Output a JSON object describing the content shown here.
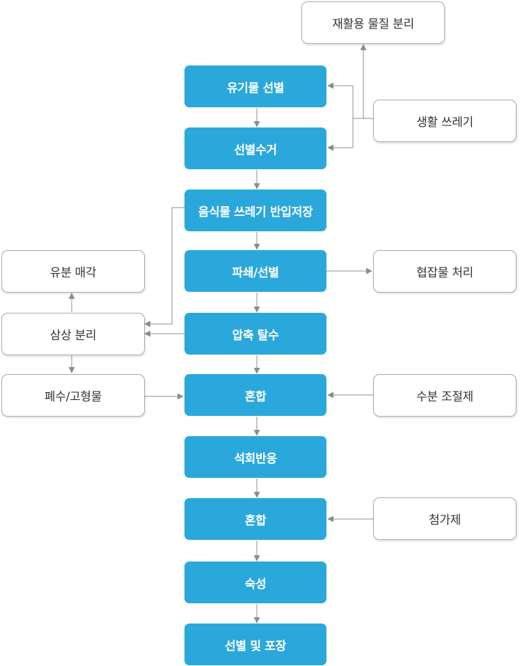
{
  "colors": {
    "main_fill": "#2ba8db",
    "main_text": "#ffffff",
    "side_border": "#a9a9a9",
    "side_text": "#333333",
    "connector": "#8c8c8c"
  },
  "process": {
    "steps": [
      {
        "id": "organic-sorting",
        "label": "유기물 선별"
      },
      {
        "id": "sorted-collection",
        "label": "선별수거"
      },
      {
        "id": "food-waste-storage",
        "label": "음식물 쓰레기 반입저장"
      },
      {
        "id": "crush-sort",
        "label": "파쇄/선별"
      },
      {
        "id": "compress-dewater",
        "label": "압축 탈수"
      },
      {
        "id": "mixing-1",
        "label": "혼합"
      },
      {
        "id": "lime-reaction",
        "label": "석회반응"
      },
      {
        "id": "mixing-2",
        "label": "혼합"
      },
      {
        "id": "aging",
        "label": "숙성"
      },
      {
        "id": "sort-package",
        "label": "선별 및 포장"
      }
    ]
  },
  "side_nodes": {
    "recyclables": "재활용 물질 분리",
    "household_waste": "생활 쓰레기",
    "foreign_matter": "협잡물 처리",
    "moisture_agent": "수분 조절제",
    "additive": "첨가제",
    "oil_landfill": "유분 매각",
    "three_phase": "삼상 분리",
    "waste_water_solids": "폐수/고형물"
  }
}
